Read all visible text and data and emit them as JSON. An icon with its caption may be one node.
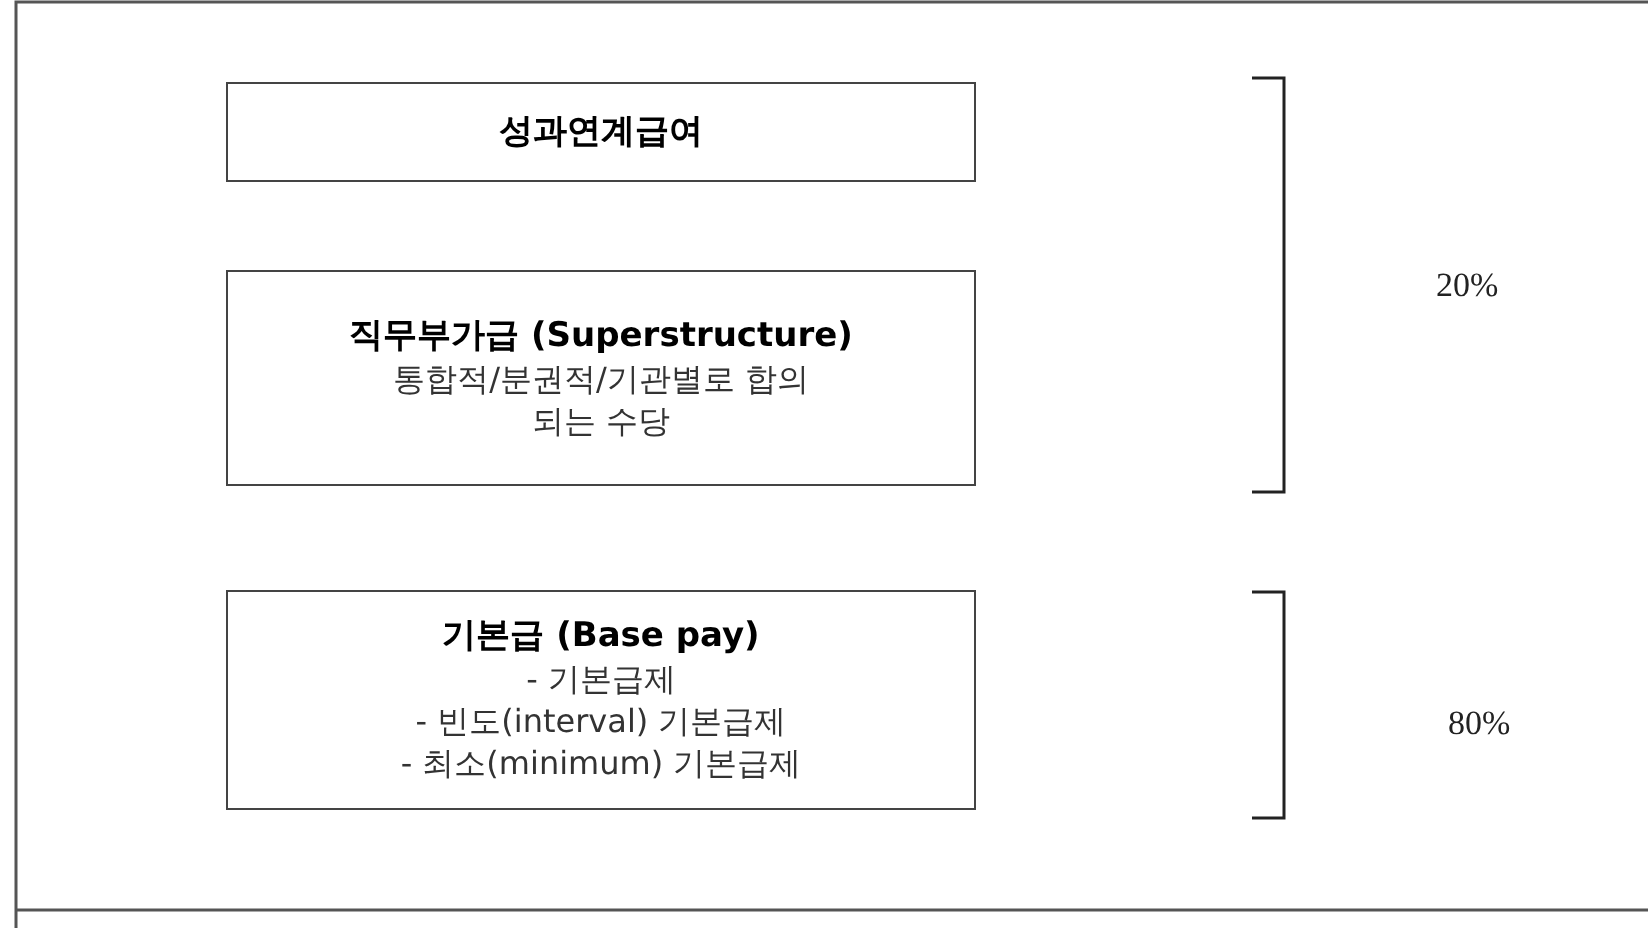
{
  "diagram": {
    "nodes": [
      {
        "text": [
          "성과연계급여"
        ]
      },
      {
        "text": [
          "직무부가급 (Superstructure)",
          "통합적/분권적/기관별로 합의되는 수당"
        ]
      },
      {
        "text": [
          "기본급 (Base pay)",
          "- 기본급제",
          "- 빈도(interval) 기본급제",
          "- 최소(minimum) 기본급제"
        ]
      }
    ],
    "edges": [],
    "labels": [
      "20%",
      "80%"
    ]
  }
}
